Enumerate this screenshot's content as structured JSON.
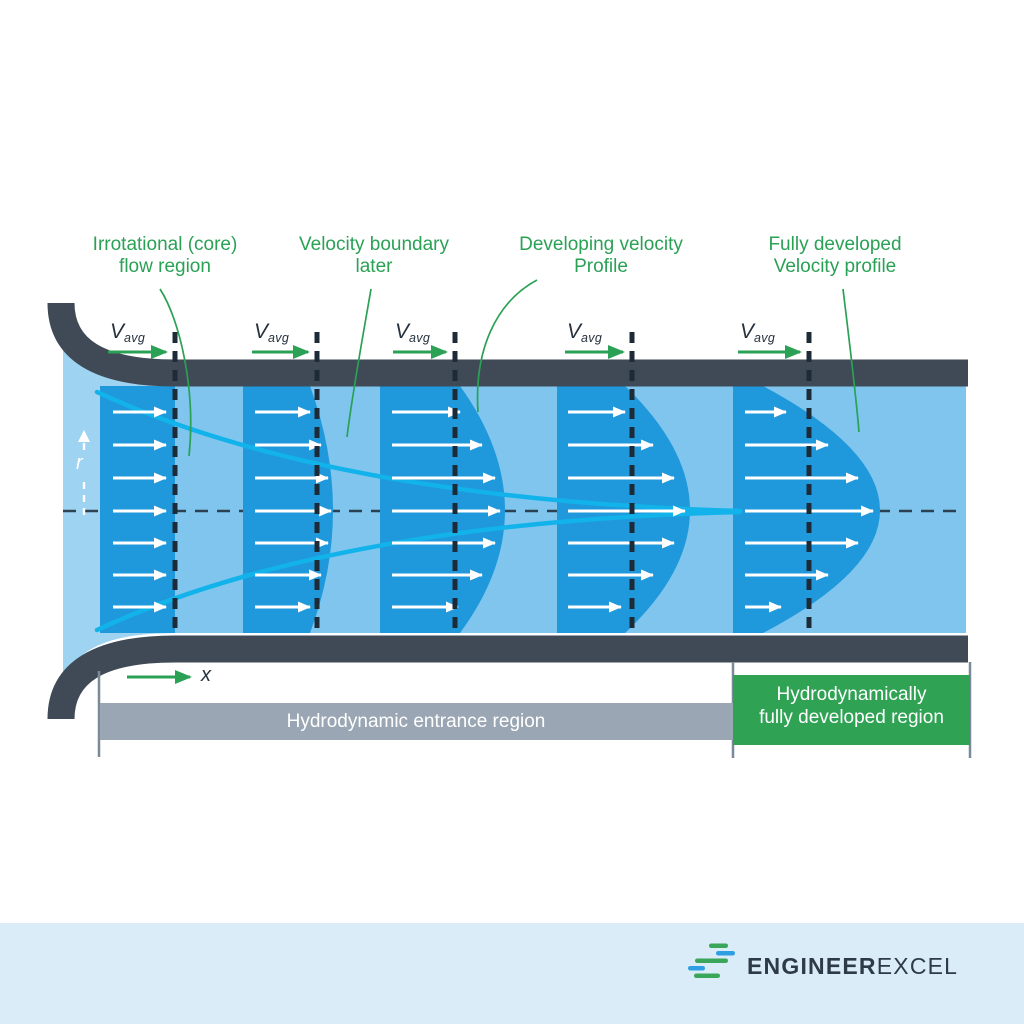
{
  "callouts": [
    {
      "line1": "Irrotational (core)",
      "line2": "flow region"
    },
    {
      "line1": "Velocity boundary",
      "line2": "later"
    },
    {
      "line1": "Developing velocity",
      "line2": "Profile"
    },
    {
      "line1": "Fully developed",
      "line2": "Velocity profile"
    }
  ],
  "vavg": {
    "symbol": "V",
    "subscript": "avg"
  },
  "axes": {
    "r": "r",
    "x": "x"
  },
  "regions": {
    "entrance": "Hydrodynamic entrance region",
    "developed_line1": "Hydrodynamically",
    "developed_line2": "fully developed region"
  },
  "brand": {
    "primary": "ENGINEER",
    "secondary": "EXCEL"
  },
  "colors": {
    "green": "#2aa155",
    "navy": "#26323e",
    "fluid": "#7fc5ee",
    "fluidlight": "#9ed3f1",
    "profile": "#1f99dc",
    "wall": "#3f4a56",
    "cyan": "#12b3ea",
    "dash": "#1d2b38",
    "graybar": "#9aa6b4",
    "greenbar": "#2fa254",
    "band": "#daecf7",
    "tickgray": "#7b8a98",
    "logogreen": "#3aa65a",
    "logoblue": "#2d9fe2",
    "logonavy": "#2e3a48",
    "white": "#ffffff"
  }
}
